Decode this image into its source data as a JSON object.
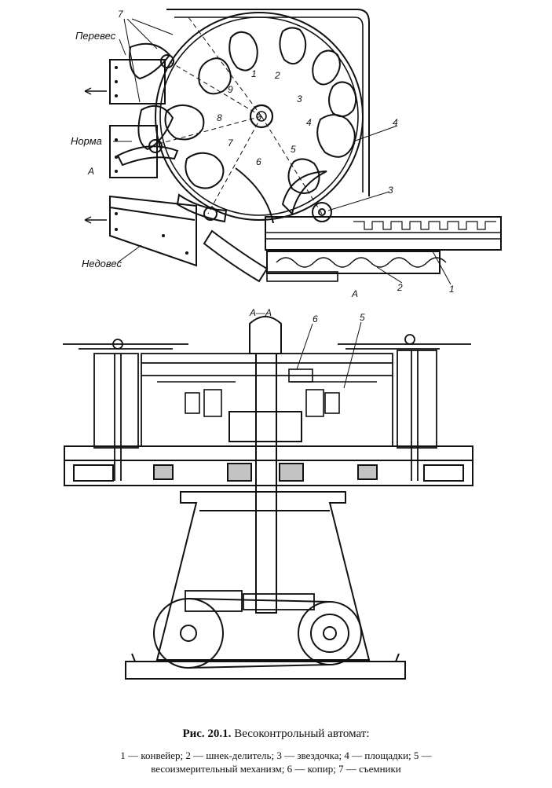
{
  "top_view": {
    "labels": {
      "perevs": "Перевес",
      "norma": "Норма",
      "nedoves": "Недовес"
    },
    "numbers": {
      "n1": "1",
      "n2": "2",
      "n3": "3",
      "n4": "4",
      "n7": "7",
      "a_left": "A",
      "a_bottom": "A"
    },
    "star_numbers": [
      "1",
      "2",
      "3",
      "4",
      "5",
      "9",
      "8",
      "7",
      "6"
    ]
  },
  "section_view": {
    "title": "А—А",
    "numbers": {
      "n5": "5",
      "n6": "6"
    }
  },
  "caption": {
    "figure_number": "Рис. 20.1.",
    "figure_title": "Весоконтрольный автомат:",
    "legend_line1": "1 — конвейер; 2 — шнек-делитель; 3 — звездочка; 4 — площадки; 5 —",
    "legend_line2": "весоизмерительный механизм; 6 — копир; 7 — съемники"
  }
}
